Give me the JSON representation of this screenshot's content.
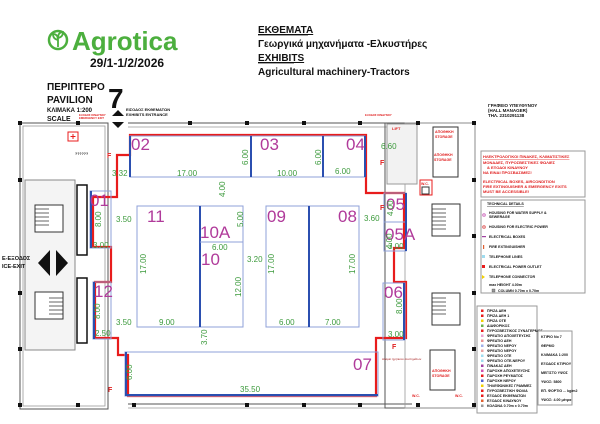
{
  "header": {
    "brand": "Agrotica",
    "dates": "29/1-1/2/2026",
    "exhibits_gr": "ΕΚΘΕΜΑΤΑ",
    "category_gr": "Γεωργικά μηχανήματα -Ελκυστήρες",
    "exhibits_en": "EXHIBITS",
    "category_en": "Agricultural machinery-Tractors",
    "pavilion_gr": "ΠΕΡΙΠΤΕΡΟ",
    "pavilion_en": "PAVILION",
    "pavilion_number": "7",
    "scale_gr": "ΚΛΙΜΑΚΑ 1:200",
    "scale_en": "SCALE",
    "entrance_gr": "ΕΙΣΟΔΟΣ ΕΚΘΕΜΑΤΩΝ",
    "entrance_en": "EXHIBITS ENTRANCE",
    "emergency_exit": "ΕΞΟΔΟΣ ΚΙΝΔΥΝΟΥ",
    "emergency_exit_en": "EMERGENCY EXIT"
  },
  "hall_manager": {
    "office_gr": "ΓΡΑΦΕΙΟ ΥΠΕΥΘΥΝΟΥ",
    "office_en": "(HALL MANAGER)",
    "phone": "ΤΗΛ. 2310291138"
  },
  "notice": {
    "gr": [
      "ΗΛΕΚΤΡΟΛΟΓΙΚΟΙ ΠΙΝΑΚΕΣ, ΚΛΙΜΑΤΙΣΤΙΚΕΣ",
      "ΜΟΝΑΔΕΣ, ΠΥΡΟΣΒΕΣΤΙΚΕΣ ΦΩΛΙΕΣ",
      "& ΕΞΟΔΟΙ ΚΙΝΔΥΝΟΥ",
      "ΝΑ ΕΙΝΑΙ ΠΡΟΣΒΑΣΙΜΕΣ!"
    ],
    "en": [
      "ELECTRICAL BOXES, AIRCONDITION",
      "FIRE EXTINGUISHER & EMERGENCY EXITS",
      "MUST BE ACCESSIBLE!"
    ]
  },
  "technical": {
    "title": "TECHNICAL DETAILS",
    "items": [
      "HOUSING FOR WATER SUPPLY &",
      "SEWERAGE",
      "HOUSING FOR ELECTRIC POWER",
      "ELECTRICAL BOXES",
      "FIRE EXTINGUISHER",
      "TELEPHONE LINES",
      "ELECTRICAL POWER OUTLET",
      "TELEPHONE CONNECTOR"
    ],
    "max_height": "max HEIGHT 4.00m",
    "column": "COLUMN 0.70m x 0.70m"
  },
  "legend_gr": [
    "ΠΡΙΖΑ ΔΕΗ",
    "ΠΡΙΖΑ ΔΕΗ 1",
    "ΠΡΙΖΑ ΟΤΕ",
    "ΔΙΑΦΟΡΙΚΟΣ",
    "ΠΥΡΟΣΒΕΣΤΙΚΟΣ ΣΥΝΑΓΕΡΜΟΣ",
    "ΦΡΕΑΤΙΟ ΑΠΟΧΕΤΕΥΣΗΣ",
    "ΦΡΕΑΤΙΟ ΔΕΗ",
    "ΦΡΕΑΤΙΟ ΝΕΡΟΥ",
    "ΦΡΕΑΤΙΟ ΝΕΡΟΥ",
    "ΦΡΕΑΤΙΟ ΟΤΕ",
    "ΦΡΕΑΤΙΟ ΟΤΕ-ΝΕΡΟΥ",
    "ΠΙΝΑΚΑΣ ΔΕΗ",
    "ΠΑΡΟΧΗ ΑΠΟΧΕΤΕΥΣΗΣ",
    "ΠΑΡΟΧΗ ΡΕΥΜΑΤΟΣ",
    "ΠΑΡΟΧΗ ΝΕΡΟΥ",
    "ΤΗΛΕΦΩΝΙΚΕΣ ΓΡΑΜΜΕΣ",
    "ΠΥΡΟΣΒΕΣΤΙΚΗ ΦΩΛΙΑ",
    "ΕΞΟΔΟΣ ΕΚΘΕΜΑΤΩΝ",
    "ΕΞΟΔΟΣ ΚΙΝΔΥΝΟΥ",
    "ΚΟΛΩΝΑ 0.70m x 0.70m"
  ],
  "building_info": [
    "ΚΤΙΡΙΟ Νο 7",
    "ΘΕΡΜΟ",
    "ΚΛΙΜΑΚΑ 1:200",
    "ΕΞΟΔΟΣ ΚΤΙΡΙΟΥ",
    "ΜΕΓΙΣΤΟ ΥΨΟΣ",
    "ΥΨΟΣ: 5800",
    "ΕΠ. ΦΟΡΤΙΟ ... kg/m2",
    "ΥΨΟΣ: 4.00 μέτρα"
  ],
  "rooms": {
    "lift": "LIFT",
    "storage_gr": "ΑΠΟΘΗΚΗ",
    "storage_en": "STORAGE",
    "wc": "W.C.",
    "unknown": "??????",
    "exit_gr": "Ε-ΕΞΟΔΟΣ",
    "exit_en": "ICE-EXIT",
    "fire_mark": "F",
    "note_07": "Αναμεί ηχητικών συστημάτων"
  },
  "booths": [
    "01",
    "02",
    "03",
    "04",
    "05",
    "05A",
    "06",
    "07",
    "08",
    "09",
    "10",
    "10A",
    "11",
    "12"
  ],
  "dims": [
    "3.32",
    "17.00",
    "6.00",
    "10.00",
    "6.00",
    "6.00",
    "6.60",
    "4.00",
    "3.50",
    "3.50",
    "8.00",
    "3.00",
    "8.00",
    "2.50",
    "17.00",
    "9.00",
    "5.00",
    "6.00",
    "12.00",
    "3.20",
    "17.00",
    "6.00",
    "7.00",
    "17.00",
    "3.60",
    "4.00",
    "4.00",
    "3.00",
    "3.70",
    "8.00",
    "3.00",
    "35.50",
    "6.00"
  ],
  "colors": {
    "brand": "#4caf3e",
    "booth": "#b03a9a",
    "dimension": "#3c9a3c",
    "boundary": "#e81c1c",
    "partition": "#2b4fb0"
  }
}
